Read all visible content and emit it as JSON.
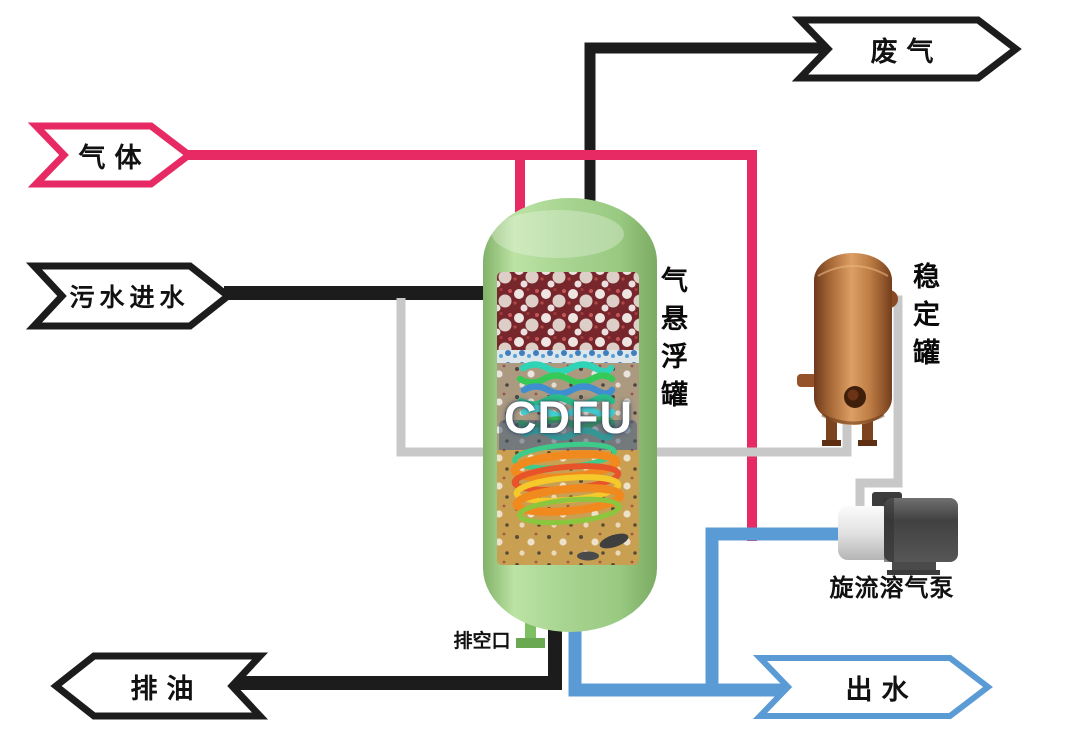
{
  "banners": {
    "waste_gas": "废气",
    "gas": "气体",
    "sewage_inlet": "污水进水",
    "oil_drain": "排油",
    "water_outlet": "出水"
  },
  "equipment": {
    "flotation_tank_text": "CDFU",
    "flotation_tank_label": "气悬浮罐",
    "stabilization_tank_label": "稳定罐",
    "pump_label": "旋流溶气泵",
    "drain_port_label": "排空口"
  },
  "colors": {
    "gas_line": "#e72a64",
    "water_line": "#5b9bd5",
    "dark_line": "#1c1c1c",
    "utility_line": "#c8c8c8",
    "banner_fill": "#ffffff",
    "drain_stub_green": "#7cc063",
    "vessel_green": "#a8d494",
    "tank_copper": "#b5713f"
  }
}
